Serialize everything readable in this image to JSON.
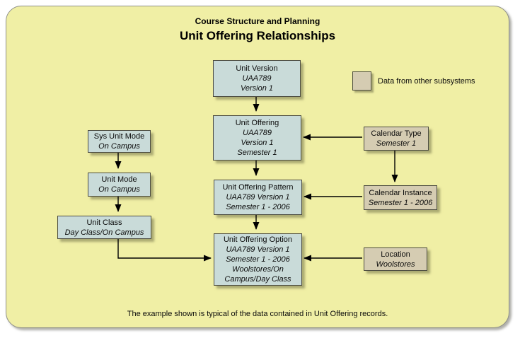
{
  "header": {
    "subtitle": "Course Structure and Planning",
    "title": "Unit Offering Relationships"
  },
  "legend": {
    "label": "Data from other subsystems"
  },
  "footer": {
    "caption": "The example shown is typical of the data contained in Unit Offering records."
  },
  "colors": {
    "canvas_background": "#f0efa5",
    "record_box": "#c9dbd9",
    "subsystem_box": "#d5ccb2",
    "box_border": "#4c4c41",
    "arrow": "#000000"
  },
  "nodes": {
    "unit_version": {
      "title": "Unit Version",
      "details": [
        "UAA789",
        "Version 1"
      ]
    },
    "unit_offering": {
      "title": "Unit Offering",
      "details": [
        "UAA789",
        "Version 1",
        "Semester 1"
      ]
    },
    "unit_offering_pattern": {
      "title": "Unit Offering Pattern",
      "details": [
        "UAA789 Version 1",
        "Semester 1 - 2006"
      ]
    },
    "unit_offering_option": {
      "title": "Unit Offering Option",
      "details": [
        "UAA789 Version 1",
        "Semester 1 - 2006",
        "Woolstores/On",
        "Campus/Day Class"
      ]
    },
    "sys_unit_mode": {
      "title": "Sys Unit Mode",
      "details": [
        "On Campus"
      ]
    },
    "unit_mode": {
      "title": "Unit Mode",
      "details": [
        "On Campus"
      ]
    },
    "unit_class": {
      "title": "Unit Class",
      "details": [
        "Day Class/On Campus"
      ]
    },
    "calendar_type": {
      "title": "Calendar Type",
      "details": [
        "Semester 1"
      ]
    },
    "calendar_instance": {
      "title": "Calendar Instance",
      "details": [
        "Semester 1 - 2006"
      ]
    },
    "location": {
      "title": "Location",
      "details": [
        "Woolstores"
      ]
    }
  },
  "edges": [
    {
      "from": "unit_version",
      "to": "unit_offering"
    },
    {
      "from": "unit_offering",
      "to": "unit_offering_pattern"
    },
    {
      "from": "unit_offering_pattern",
      "to": "unit_offering_option"
    },
    {
      "from": "sys_unit_mode",
      "to": "unit_mode"
    },
    {
      "from": "unit_mode",
      "to": "unit_class"
    },
    {
      "from": "unit_class",
      "to": "unit_offering_option"
    },
    {
      "from": "calendar_type",
      "to": "unit_offering"
    },
    {
      "from": "calendar_type",
      "to": "calendar_instance"
    },
    {
      "from": "calendar_instance",
      "to": "unit_offering_pattern"
    },
    {
      "from": "location",
      "to": "unit_offering_option"
    }
  ]
}
